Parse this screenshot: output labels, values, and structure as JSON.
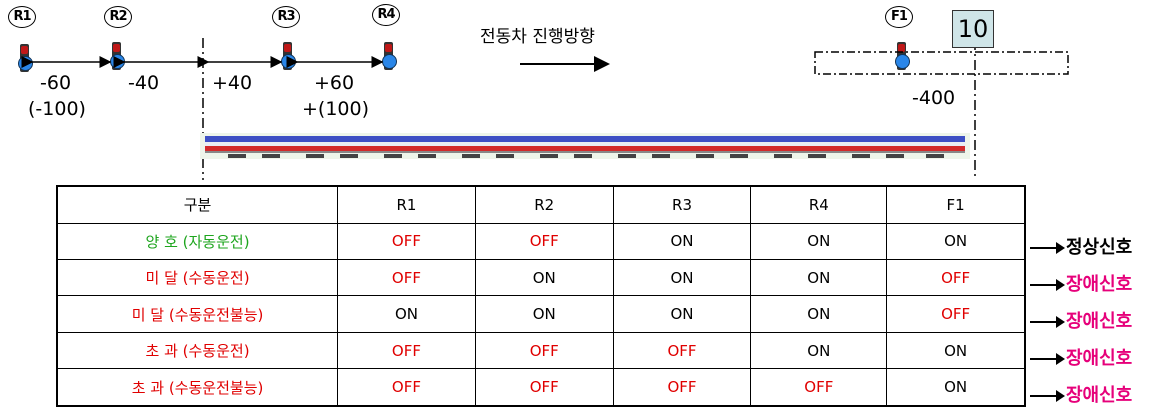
{
  "colors": {
    "off": "#e00000",
    "ok_label": "#1ea51e",
    "fault_label": "#e00000",
    "fault_result": "#e6007a",
    "num_box": "#cfe5e8"
  },
  "diagram": {
    "signals": {
      "r1": "R1",
      "r2": "R2",
      "r3": "R3",
      "r4": "R4",
      "f1": "F1"
    },
    "distances": {
      "minus60": "-60",
      "minus40": "-40",
      "plus40": "+40",
      "plus60": "+60",
      "minus100": "(-100)",
      "plus100": "+(100)",
      "minus400": "-400"
    },
    "direction_text": "전동차 진행방향",
    "number_box": "10"
  },
  "table": {
    "headers": [
      "구분",
      "R1",
      "R2",
      "R3",
      "R4",
      "F1"
    ],
    "rows": [
      {
        "label": "양 호 (자동운전)",
        "cells": [
          "OFF",
          "OFF",
          "ON",
          "ON",
          "ON"
        ],
        "result": "정상신호"
      },
      {
        "label": "미 달 (수동운전)",
        "cells": [
          "OFF",
          "ON",
          "ON",
          "ON",
          "OFF"
        ],
        "result": "장애신호"
      },
      {
        "label": "미 달 (수동운전불능)",
        "cells": [
          "ON",
          "ON",
          "ON",
          "ON",
          "OFF"
        ],
        "result": "장애신호"
      },
      {
        "label": "초 과 (수동운전)",
        "cells": [
          "OFF",
          "OFF",
          "OFF",
          "ON",
          "ON"
        ],
        "result": "장애신호"
      },
      {
        "label": "초 과 (수동운전불능)",
        "cells": [
          "OFF",
          "OFF",
          "OFF",
          "OFF",
          "ON"
        ],
        "result": "장애신호"
      }
    ]
  }
}
